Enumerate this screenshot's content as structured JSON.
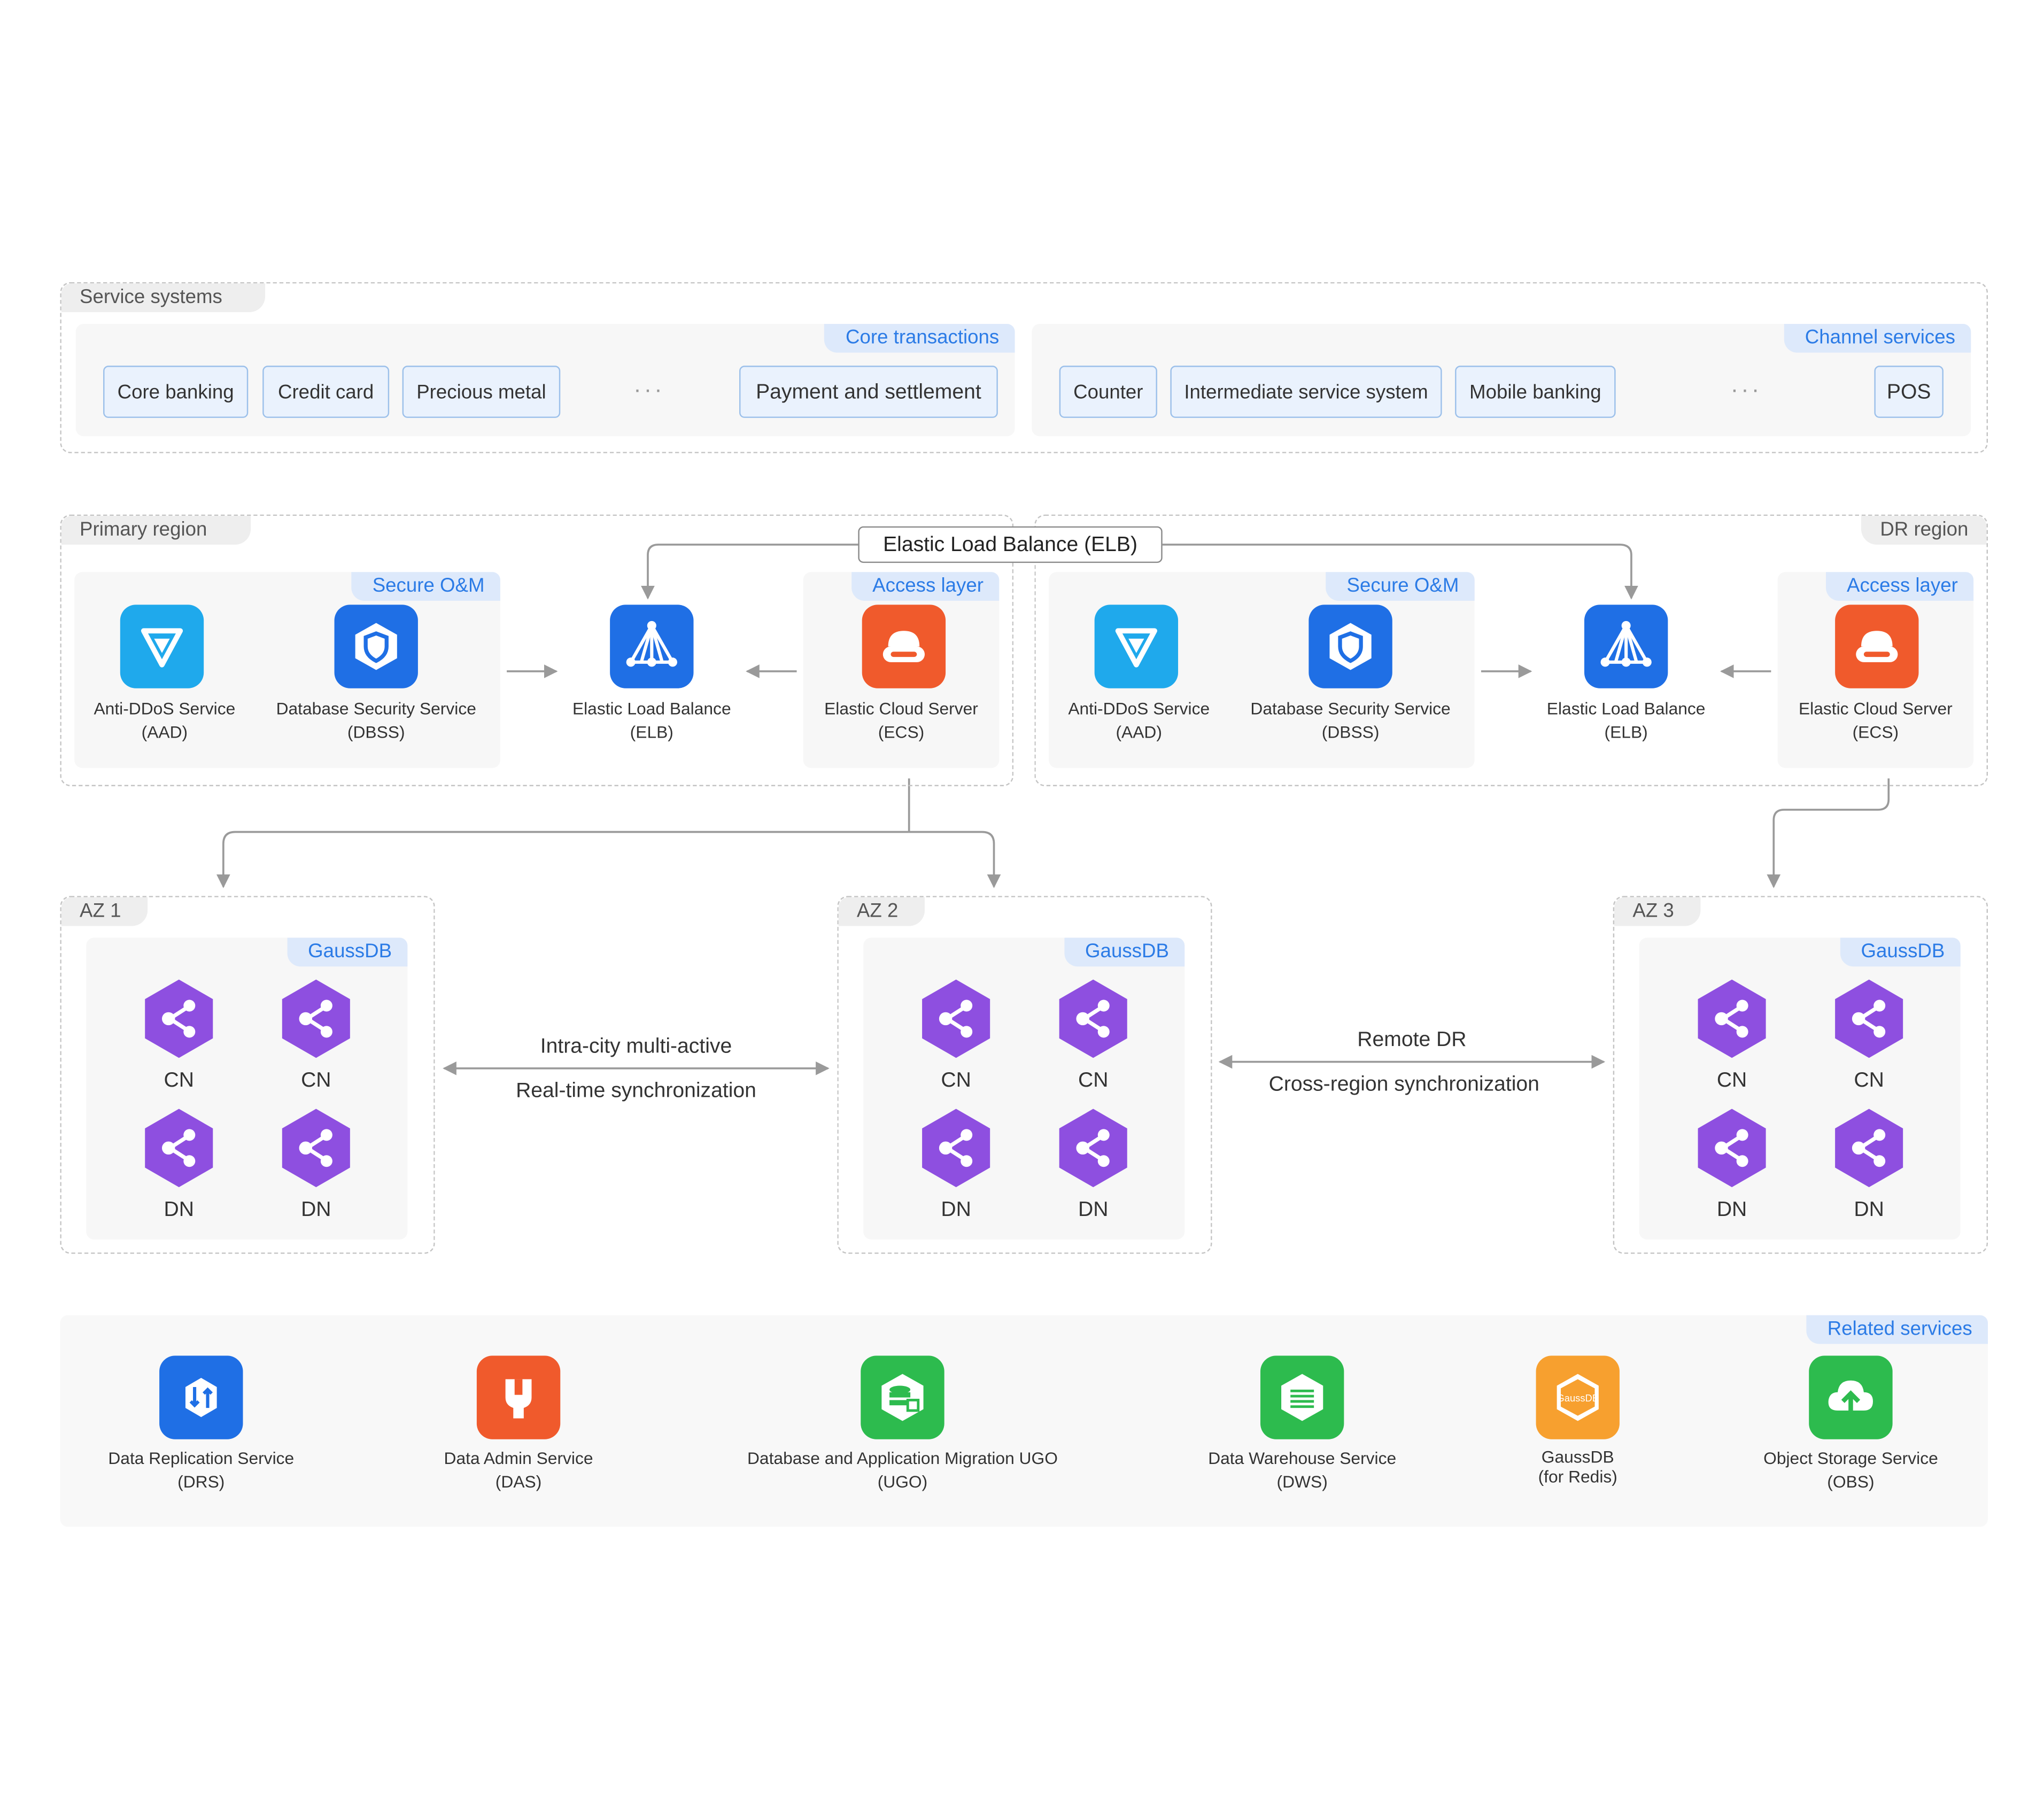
{
  "service_systems": {
    "title": "Service systems",
    "core": {
      "tag": "Core transactions",
      "items": [
        "Core banking",
        "Credit card",
        "Precious metal",
        "Payment and settlement"
      ],
      "ellipsis": "···"
    },
    "channel": {
      "tag": "Channel services",
      "items": [
        "Counter",
        "Intermediate service system",
        "Mobile banking",
        "POS"
      ],
      "ellipsis": "···"
    }
  },
  "elb_top": "Elastic Load Balance (ELB)",
  "primary": {
    "title": "Primary region",
    "secure_tag": "Secure O&M",
    "access_tag": "Access layer",
    "aad": [
      "Anti-DDoS Service",
      "(AAD)"
    ],
    "dbss": [
      "Database Security Service",
      "(DBSS)"
    ],
    "elb": [
      "Elastic Load Balance",
      "(ELB)"
    ],
    "ecs": [
      "Elastic Cloud Server",
      "(ECS)"
    ]
  },
  "dr": {
    "title": "DR region",
    "secure_tag": "Secure O&M",
    "access_tag": "Access layer",
    "aad": [
      "Anti-DDoS Service",
      "(AAD)"
    ],
    "dbss": [
      "Database Security Service",
      "(DBSS)"
    ],
    "elb": [
      "Elastic Load Balance",
      "(ELB)"
    ],
    "ecs": [
      "Elastic Cloud Server",
      "(ECS)"
    ]
  },
  "azs": [
    {
      "title": "AZ 1",
      "tag": "GaussDB",
      "nodes": [
        "CN",
        "CN",
        "DN",
        "DN"
      ]
    },
    {
      "title": "AZ 2",
      "tag": "GaussDB",
      "nodes": [
        "CN",
        "CN",
        "DN",
        "DN"
      ]
    },
    {
      "title": "AZ 3",
      "tag": "GaussDB",
      "nodes": [
        "CN",
        "CN",
        "DN",
        "DN"
      ]
    }
  ],
  "links": {
    "intra_1": "Intra-city multi-active",
    "intra_2": "Real-time synchronization",
    "remote_1": "Remote DR",
    "remote_2": "Cross-region synchronization"
  },
  "related": {
    "tag": "Related services",
    "items": [
      {
        "l1": "Data Replication Service",
        "l2": "(DRS)",
        "color": "#1f6fe5",
        "icon": "drs-icon"
      },
      {
        "l1": "Data Admin Service",
        "l2": "(DAS)",
        "color": "#f05a2c",
        "icon": "das-icon"
      },
      {
        "l1": "Database and Application Migration UGO",
        "l2": "(UGO)",
        "color": "#2dbb4e",
        "icon": "ugo-icon"
      },
      {
        "l1": "Data Warehouse Service",
        "l2": "(DWS)",
        "color": "#2dbb4e",
        "icon": "dws-icon"
      },
      {
        "l1": "GaussDB",
        "l2": "(for Redis)",
        "color": "#f7a02f",
        "icon": "gaussdb-redis-icon",
        "badge": "GaussDB"
      },
      {
        "l1": "Object Storage Service",
        "l2": "(OBS)",
        "color": "#2dbb4e",
        "icon": "obs-icon"
      }
    ]
  },
  "colors": {
    "aad": "#1fa9ec",
    "dbss": "#1f6fe5",
    "elb": "#1f6fe5",
    "ecs": "#f05a2c",
    "gaussdb_node": "#8e4fe0",
    "tag_blue": "#2b7be6"
  }
}
